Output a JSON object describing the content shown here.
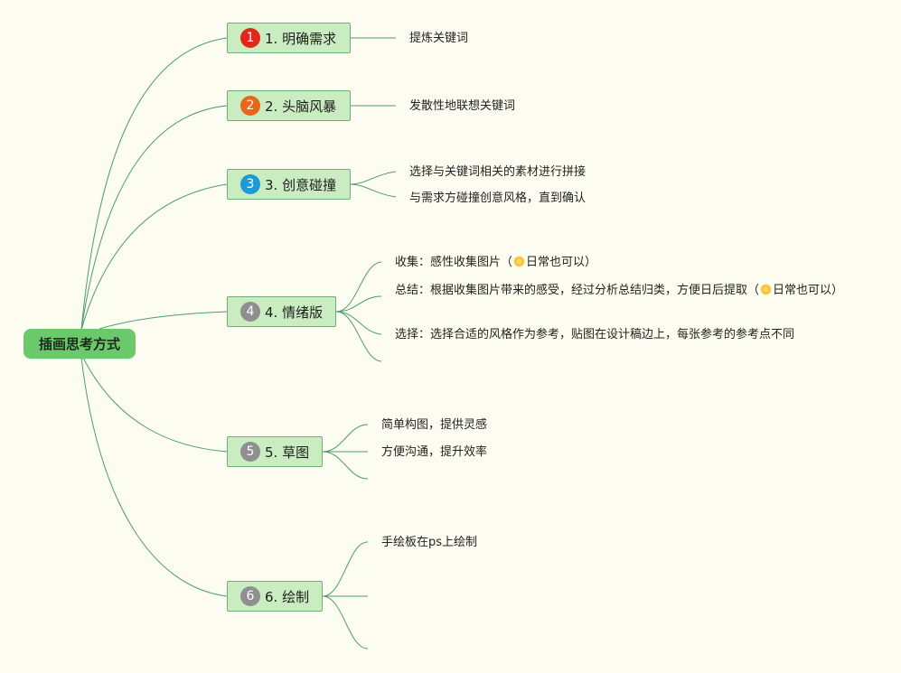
{
  "root": {
    "label": "插画思考方式"
  },
  "branches": [
    {
      "badge": "1",
      "badge_color": "#e0281a",
      "label": "1. 明确需求",
      "leaves": [
        "提炼关键词"
      ]
    },
    {
      "badge": "2",
      "badge_color": "#e8661a",
      "label": "2. 头脑风暴",
      "leaves": [
        "发散性地联想关键词"
      ]
    },
    {
      "badge": "3",
      "badge_color": "#1e9ad9",
      "label": "3. 创意碰撞",
      "leaves": [
        "选择与关键词相关的素材进行拼接",
        "与需求方碰撞创意风格，直到确认"
      ]
    },
    {
      "badge": "4",
      "badge_color": "#8f8f8f",
      "label": "4. 情绪版",
      "leaves": [
        {
          "before": "收集：感性收集图片（",
          "after": "日常也可以）"
        },
        {
          "before": "总结：根据收集图片带来的感受，经过分析总结归类，方便日后提取（",
          "after": "日常也可以）"
        },
        "选择：选择合适的风格作为参考，贴图在设计稿边上，每张参考的参考点不同"
      ]
    },
    {
      "badge": "5",
      "badge_color": "#8f8f8f",
      "label": "5. 草图",
      "leaves": [
        "简单构图，提供灵感",
        "方便沟通，提升效率"
      ]
    },
    {
      "badge": "6",
      "badge_color": "#8f8f8f",
      "label": "6. 绘制",
      "leaves": [
        "手绘板在ps上绘制"
      ]
    }
  ],
  "colors": {
    "line": "#4f9a73",
    "root_bg": "#6bc96b",
    "branch_bg": "#c9ecc1",
    "background": "#fdfcf0"
  }
}
